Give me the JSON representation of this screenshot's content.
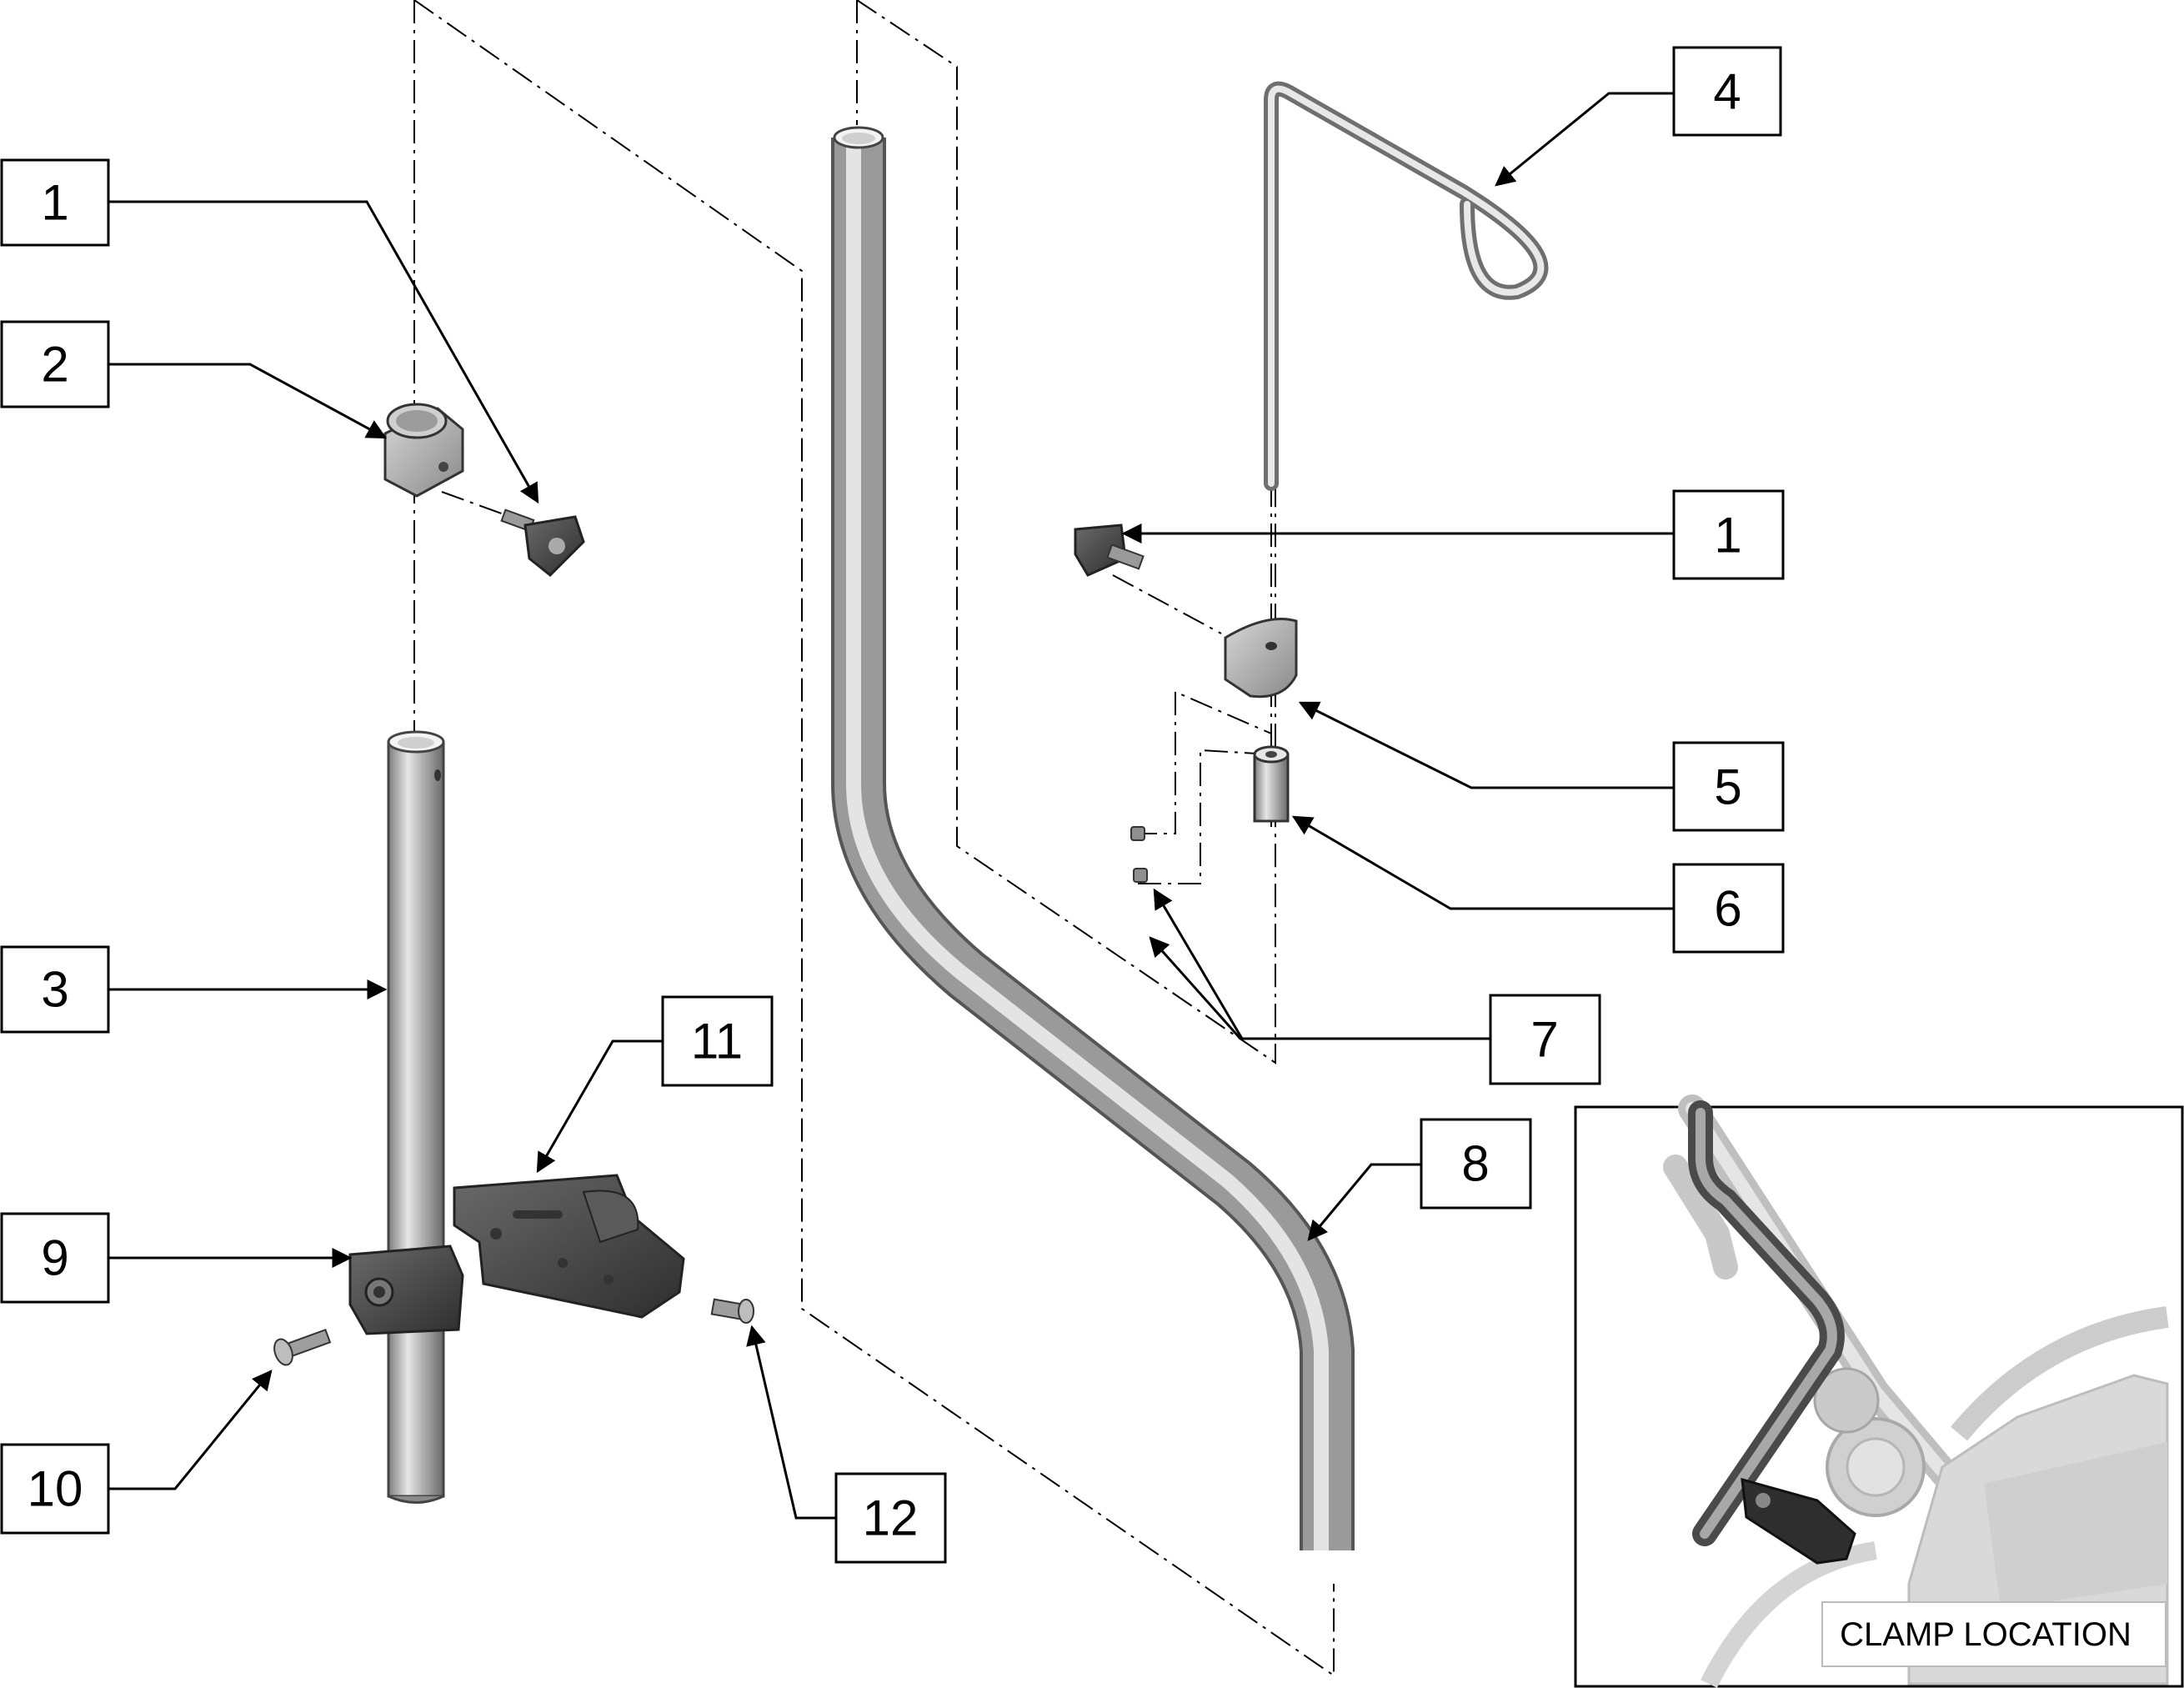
{
  "diagram": {
    "callouts": [
      {
        "id": "c1a",
        "label": "1"
      },
      {
        "id": "c2",
        "label": "2"
      },
      {
        "id": "c3",
        "label": "3"
      },
      {
        "id": "c4",
        "label": "4"
      },
      {
        "id": "c1b",
        "label": "1"
      },
      {
        "id": "c5",
        "label": "5"
      },
      {
        "id": "c6",
        "label": "6"
      },
      {
        "id": "c7",
        "label": "7"
      },
      {
        "id": "c8",
        "label": "8"
      },
      {
        "id": "c9",
        "label": "9"
      },
      {
        "id": "c10",
        "label": "10"
      },
      {
        "id": "c11",
        "label": "11"
      },
      {
        "id": "c12",
        "label": "12"
      }
    ],
    "inset": {
      "caption": "CLAMP LOCATION"
    }
  }
}
